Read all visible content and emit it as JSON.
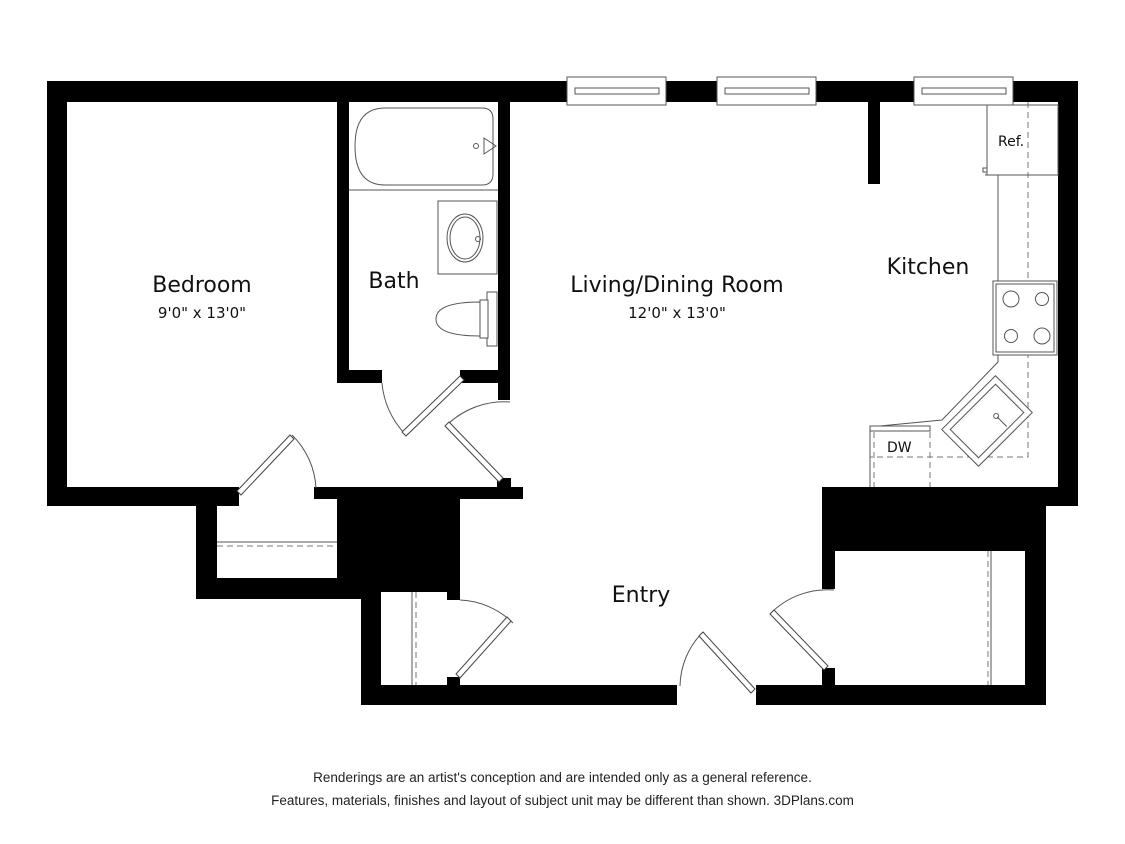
{
  "floor_plan": {
    "rooms": [
      {
        "id": "bedroom",
        "name": "Bedroom",
        "dimensions": "9'0\" x 13'0\""
      },
      {
        "id": "bath",
        "name": "Bath"
      },
      {
        "id": "living",
        "name": "Living/Dining Room",
        "dimensions": "12'0\" x 13'0\""
      },
      {
        "id": "kitchen",
        "name": "Kitchen"
      },
      {
        "id": "entry",
        "name": "Entry"
      }
    ],
    "appliances": {
      "refrigerator": "Ref.",
      "dishwasher": "DW"
    },
    "colors": {
      "wall": "#000000",
      "background": "#ffffff",
      "fixture_line": "#555555"
    }
  },
  "disclaimer": {
    "line1": "Renderings are an artist's conception and are intended only as a general reference.",
    "line2": "Features, materials, finishes and layout of subject unit may be different than shown. 3DPlans.com"
  }
}
